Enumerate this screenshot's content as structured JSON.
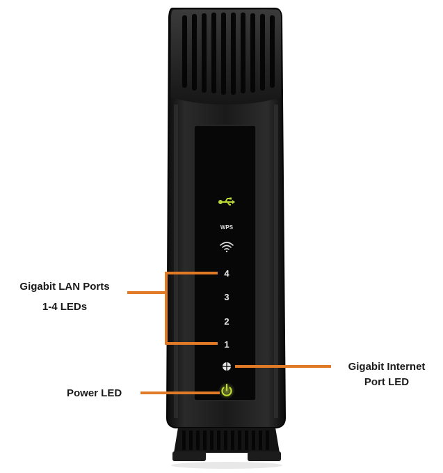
{
  "router": {
    "indicators": {
      "wps": "WPS",
      "lan4": "4",
      "lan3": "3",
      "lan2": "2",
      "lan1": "1"
    }
  },
  "callouts": {
    "lan_line1": "Gigabit LAN Ports",
    "lan_line2": "1-4 LEDs",
    "power": "Power LED",
    "internet_line1": "Gigabit Internet",
    "internet_line2": "Port LED"
  },
  "colors": {
    "leader": "#e07a26",
    "led_green": "#b9d735",
    "body": "#161616",
    "panel": "#0a0a0a"
  }
}
